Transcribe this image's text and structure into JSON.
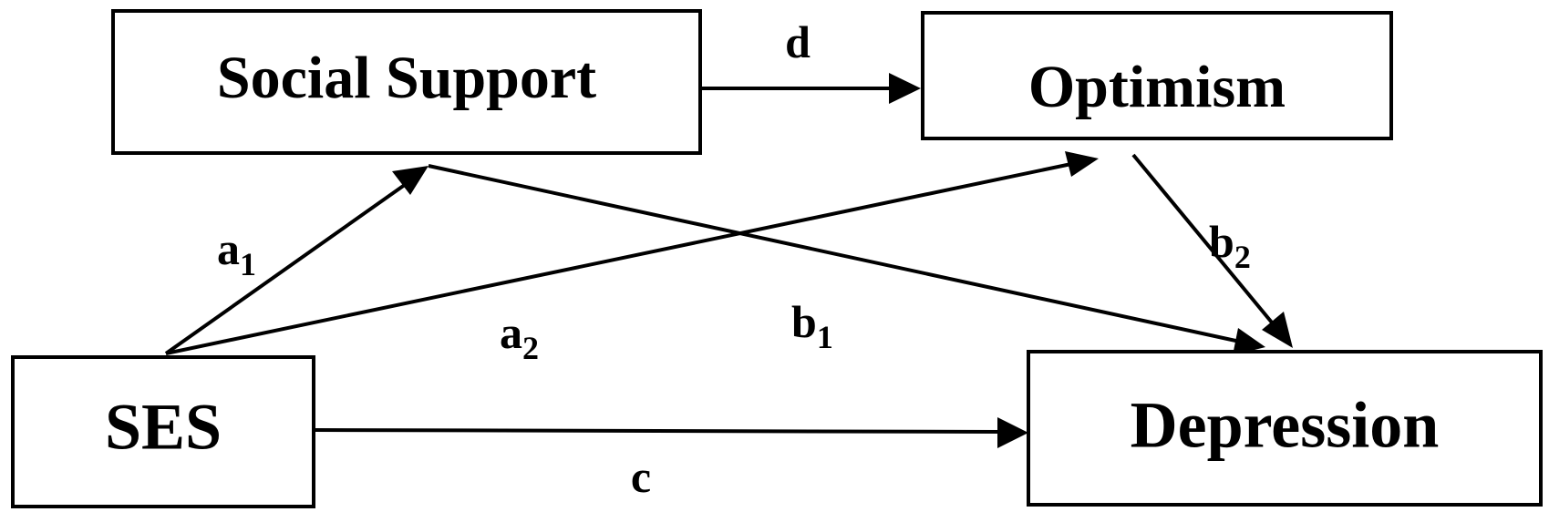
{
  "nodes": {
    "social_support": "Social Support",
    "optimism": "Optimism",
    "ses": "SES",
    "depression": "Depression"
  },
  "paths": {
    "a1": {
      "main": "a",
      "sub": "1"
    },
    "a2": {
      "main": "a",
      "sub": "2"
    },
    "b1": {
      "main": "b",
      "sub": "1"
    },
    "b2": {
      "main": "b",
      "sub": "2"
    },
    "c": {
      "main": "c"
    },
    "d": {
      "main": "d"
    }
  },
  "colors": {
    "stroke": "#000000",
    "background": "#ffffff"
  }
}
